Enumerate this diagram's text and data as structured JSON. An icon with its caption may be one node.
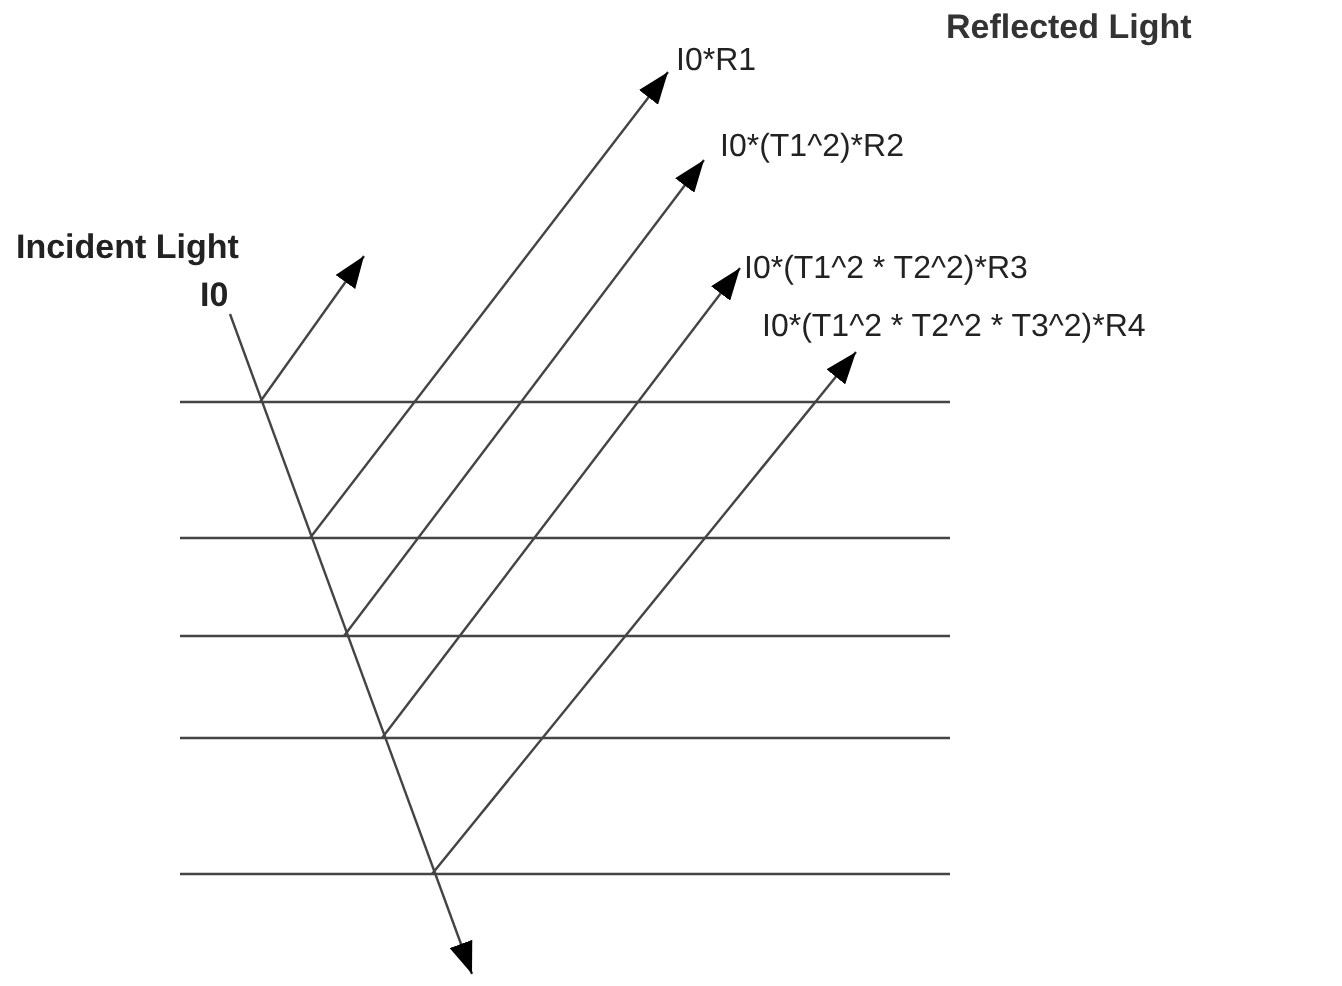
{
  "diagram": {
    "nodes": [
      {
        "text": [
          "Incident Light",
          "I0"
        ]
      },
      {
        "text": [
          "I0*R1"
        ]
      },
      {
        "text": [
          "I0*(T1^2)*R2"
        ]
      },
      {
        "text": [
          "I0*(T1^2 * T2^2)*R3"
        ]
      },
      {
        "text": [
          "I0*(T1^2 * T2^2 * T3^2)*R4"
        ]
      }
    ],
    "edges": [
      {
        "from": 0,
        "to": null,
        "arrow": "to"
      },
      {
        "from": null,
        "to": 1,
        "arrow": "to"
      },
      {
        "from": null,
        "to": 2,
        "arrow": "to"
      },
      {
        "from": null,
        "to": 3,
        "arrow": "to"
      },
      {
        "from": null,
        "to": 4,
        "arrow": "to"
      }
    ],
    "labels": [
      "Reflected Light"
    ]
  }
}
